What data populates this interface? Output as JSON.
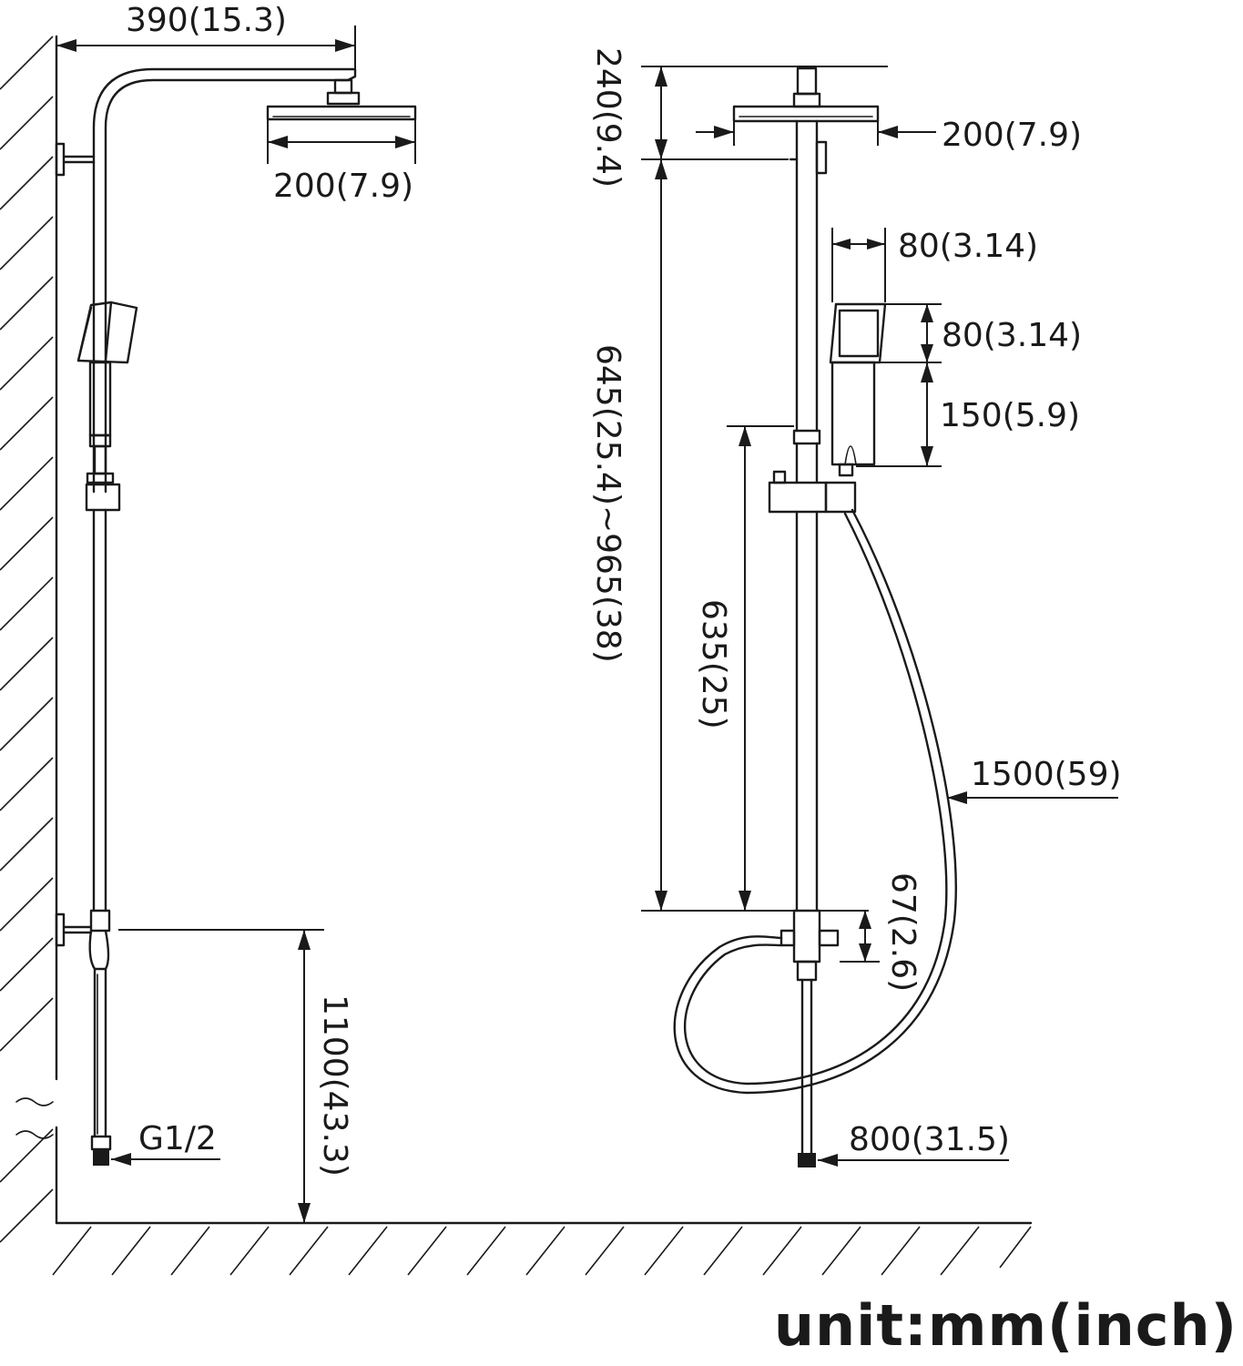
{
  "left_view": {
    "arm_length": "390(15.3)",
    "head_width": "200(7.9)",
    "inlet_label": "G1/2",
    "inlet_height": "1100(43.3)"
  },
  "right_view": {
    "head_drop": "240(9.4)",
    "head_width": "200(7.9)",
    "adjustable_height": "645(25.4)~965(38)",
    "handheld_width": "80(3.14)",
    "handheld_height": "80(3.14)",
    "handle_length": "150(5.9)",
    "slider_travel": "635(25)",
    "hose_length": "1500(59)",
    "valve_height": "67(2.6)",
    "lower_pipe_length": "800(31.5)"
  },
  "unit_label": "unit:mm(inch)"
}
